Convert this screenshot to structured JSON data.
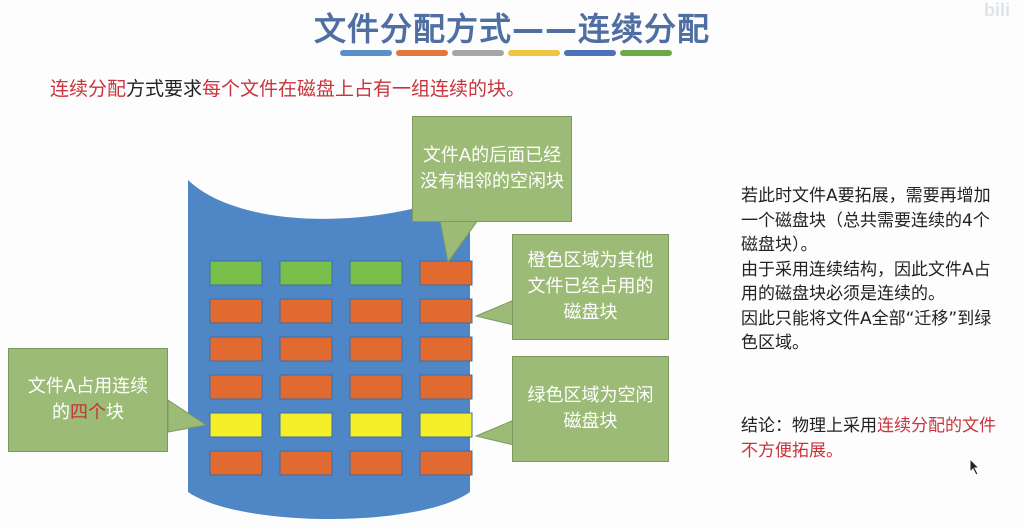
{
  "title": "文件分配方式——连续分配",
  "title_bar_colors": [
    "#5b8fc9",
    "#e2773b",
    "#a6a6a6",
    "#f2c340",
    "#4d72b8",
    "#6ea947"
  ],
  "watermark": "bili",
  "intro": {
    "part1": "连续分配",
    "part2": "方式要求",
    "part3": "每个文件在磁盘上占有一组连续的块。"
  },
  "disk": {
    "rows": [
      [
        "free",
        "free",
        "free",
        "used"
      ],
      [
        "used",
        "used",
        "used",
        "used"
      ],
      [
        "used",
        "used",
        "used",
        "used"
      ],
      [
        "used",
        "used",
        "used",
        "used"
      ],
      [
        "fileA",
        "fileA",
        "fileA",
        "fileA"
      ],
      [
        "used",
        "used",
        "used",
        "used"
      ]
    ],
    "colors": {
      "free": "#79c04a",
      "used": "#e06a2f",
      "fileA": "#f5ef2a",
      "cylinder": "#4f86c6"
    }
  },
  "callouts": {
    "top": "文件A的后面已经没有相邻的空闲块",
    "orange": "橙色区域为其他文件已经占用的磁盘块",
    "green": "绿色区域为空闲磁盘块",
    "left_part1": "文件A占用连续",
    "left_part2": "的",
    "left_part3": "四个",
    "left_part4": "块"
  },
  "explanation": {
    "p1": "若此时文件A要拓展，需要再增加一个磁盘块（总共需要连续的4个磁盘块）。",
    "p2": "由于采用连续结构，因此文件A占用的磁盘块必须是连续的。",
    "p3": "因此只能将文件A全部“迁移”到绿色区域。",
    "conclusion_part1": "结论：物理上采用",
    "conclusion_part2": "连续分配的文件不方便拓展。"
  }
}
